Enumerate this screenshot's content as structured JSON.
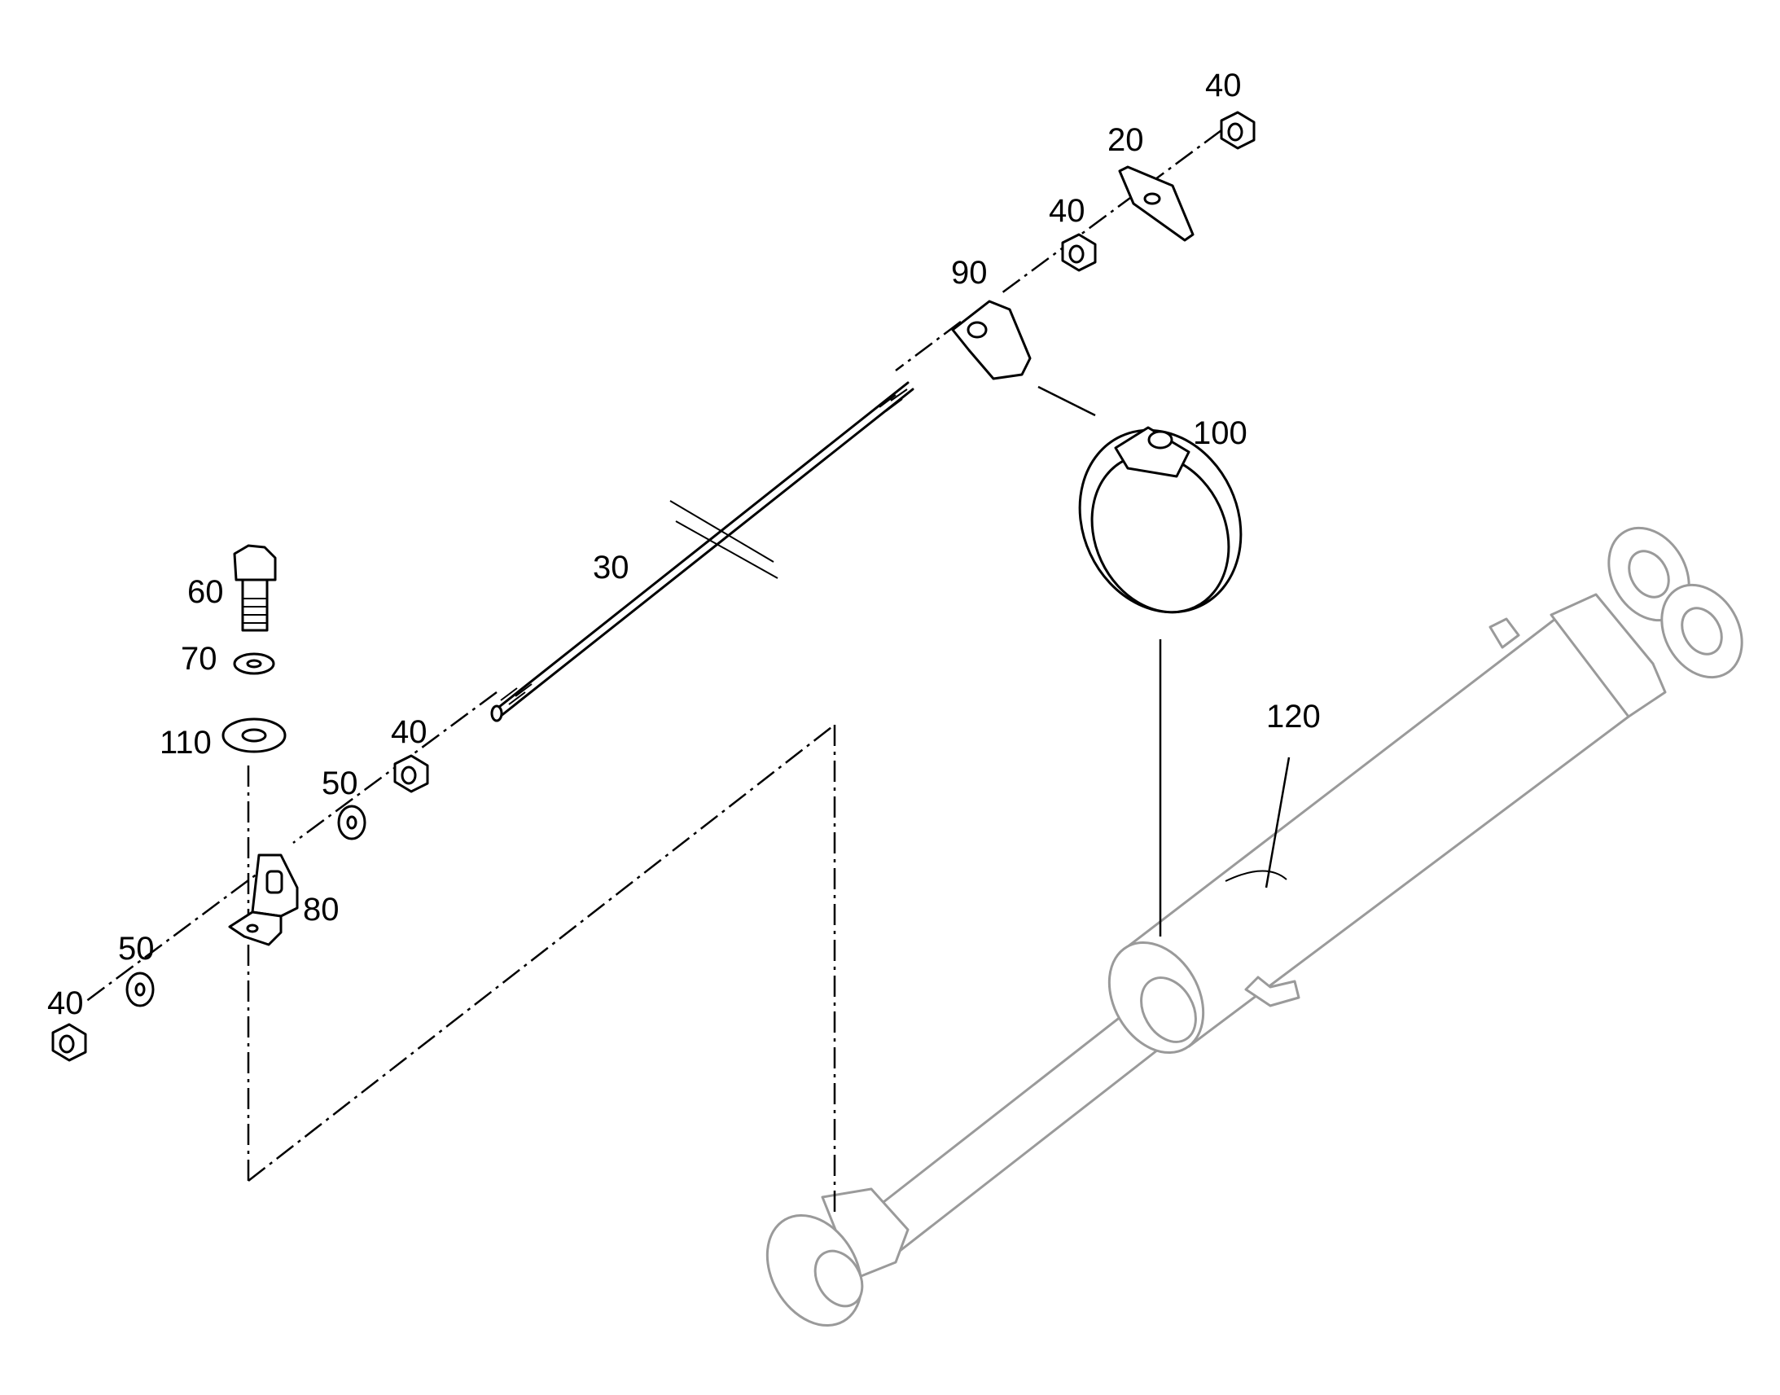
{
  "callouts": {
    "c40_top": "40",
    "c20": "20",
    "c40_upper": "40",
    "c90": "90",
    "c100": "100",
    "c30": "30",
    "c120": "120",
    "c60": "60",
    "c70": "70",
    "c110": "110",
    "c40_mid": "40",
    "c50_mid": "50",
    "c80": "80",
    "c50_low": "50",
    "c40_low": "40"
  },
  "colors": {
    "ink": "#000000",
    "cylinder_outline": "#9a9a9a",
    "background": "#ffffff"
  }
}
